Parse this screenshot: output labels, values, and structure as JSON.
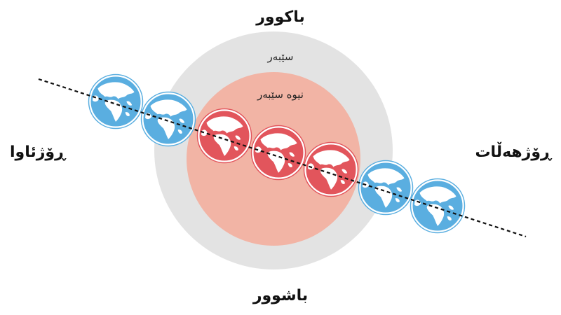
{
  "labels": {
    "north": "باکوور",
    "south": "باشوور",
    "west": "ڕۆژئاوا",
    "east": "ڕۆژهەڵات",
    "shadow": "سێبەر",
    "half_shadow": "نیوە سێبەر"
  },
  "colors": {
    "shadow_disk": "#e3e3e3",
    "half_shadow_disk": "#f2b4a5",
    "earth_normal_ocean": "#5aaee0",
    "earth_shadow_ocean": "#e2555c",
    "land": "#ffffff",
    "path_line": "#111111"
  },
  "path": {
    "style": "dashed",
    "earths": [
      {
        "state": "normal"
      },
      {
        "state": "normal"
      },
      {
        "state": "shadow"
      },
      {
        "state": "shadow"
      },
      {
        "state": "shadow"
      },
      {
        "state": "normal"
      },
      {
        "state": "normal"
      }
    ]
  }
}
